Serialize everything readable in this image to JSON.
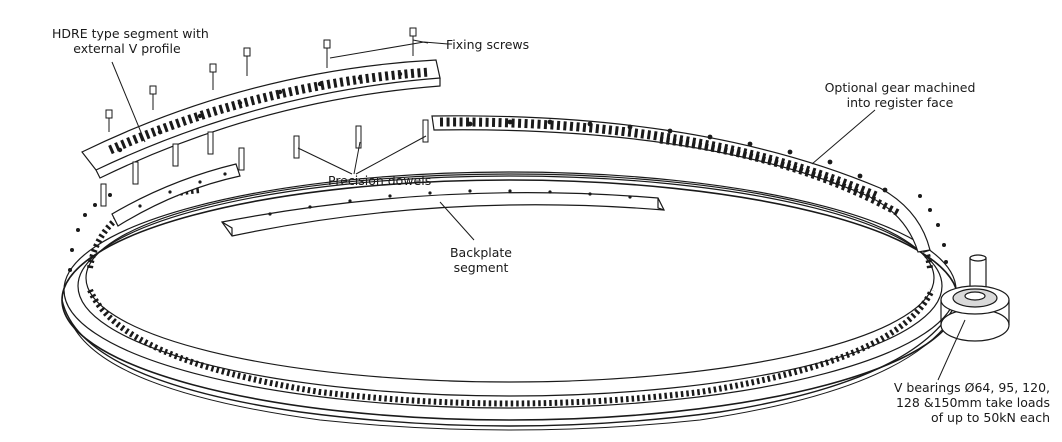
{
  "labels": {
    "hdre_segment": [
      "HDRE type segment with",
      "external V profile"
    ],
    "fixing_screws": "Fixing screws",
    "optional_gear": [
      "Optional gear machined",
      "into register face"
    ],
    "precision_dowels": "Precision dowels",
    "backplate": [
      "Backplate",
      "segment"
    ],
    "v_bearings": [
      "V bearings Ø64, 95, 120,",
      "128 &150mm take loads",
      "of up to 50kN each"
    ]
  },
  "colors": {
    "line": "#1a1a1a",
    "fill": "#ffffff",
    "shade": "#d9d9d9"
  }
}
